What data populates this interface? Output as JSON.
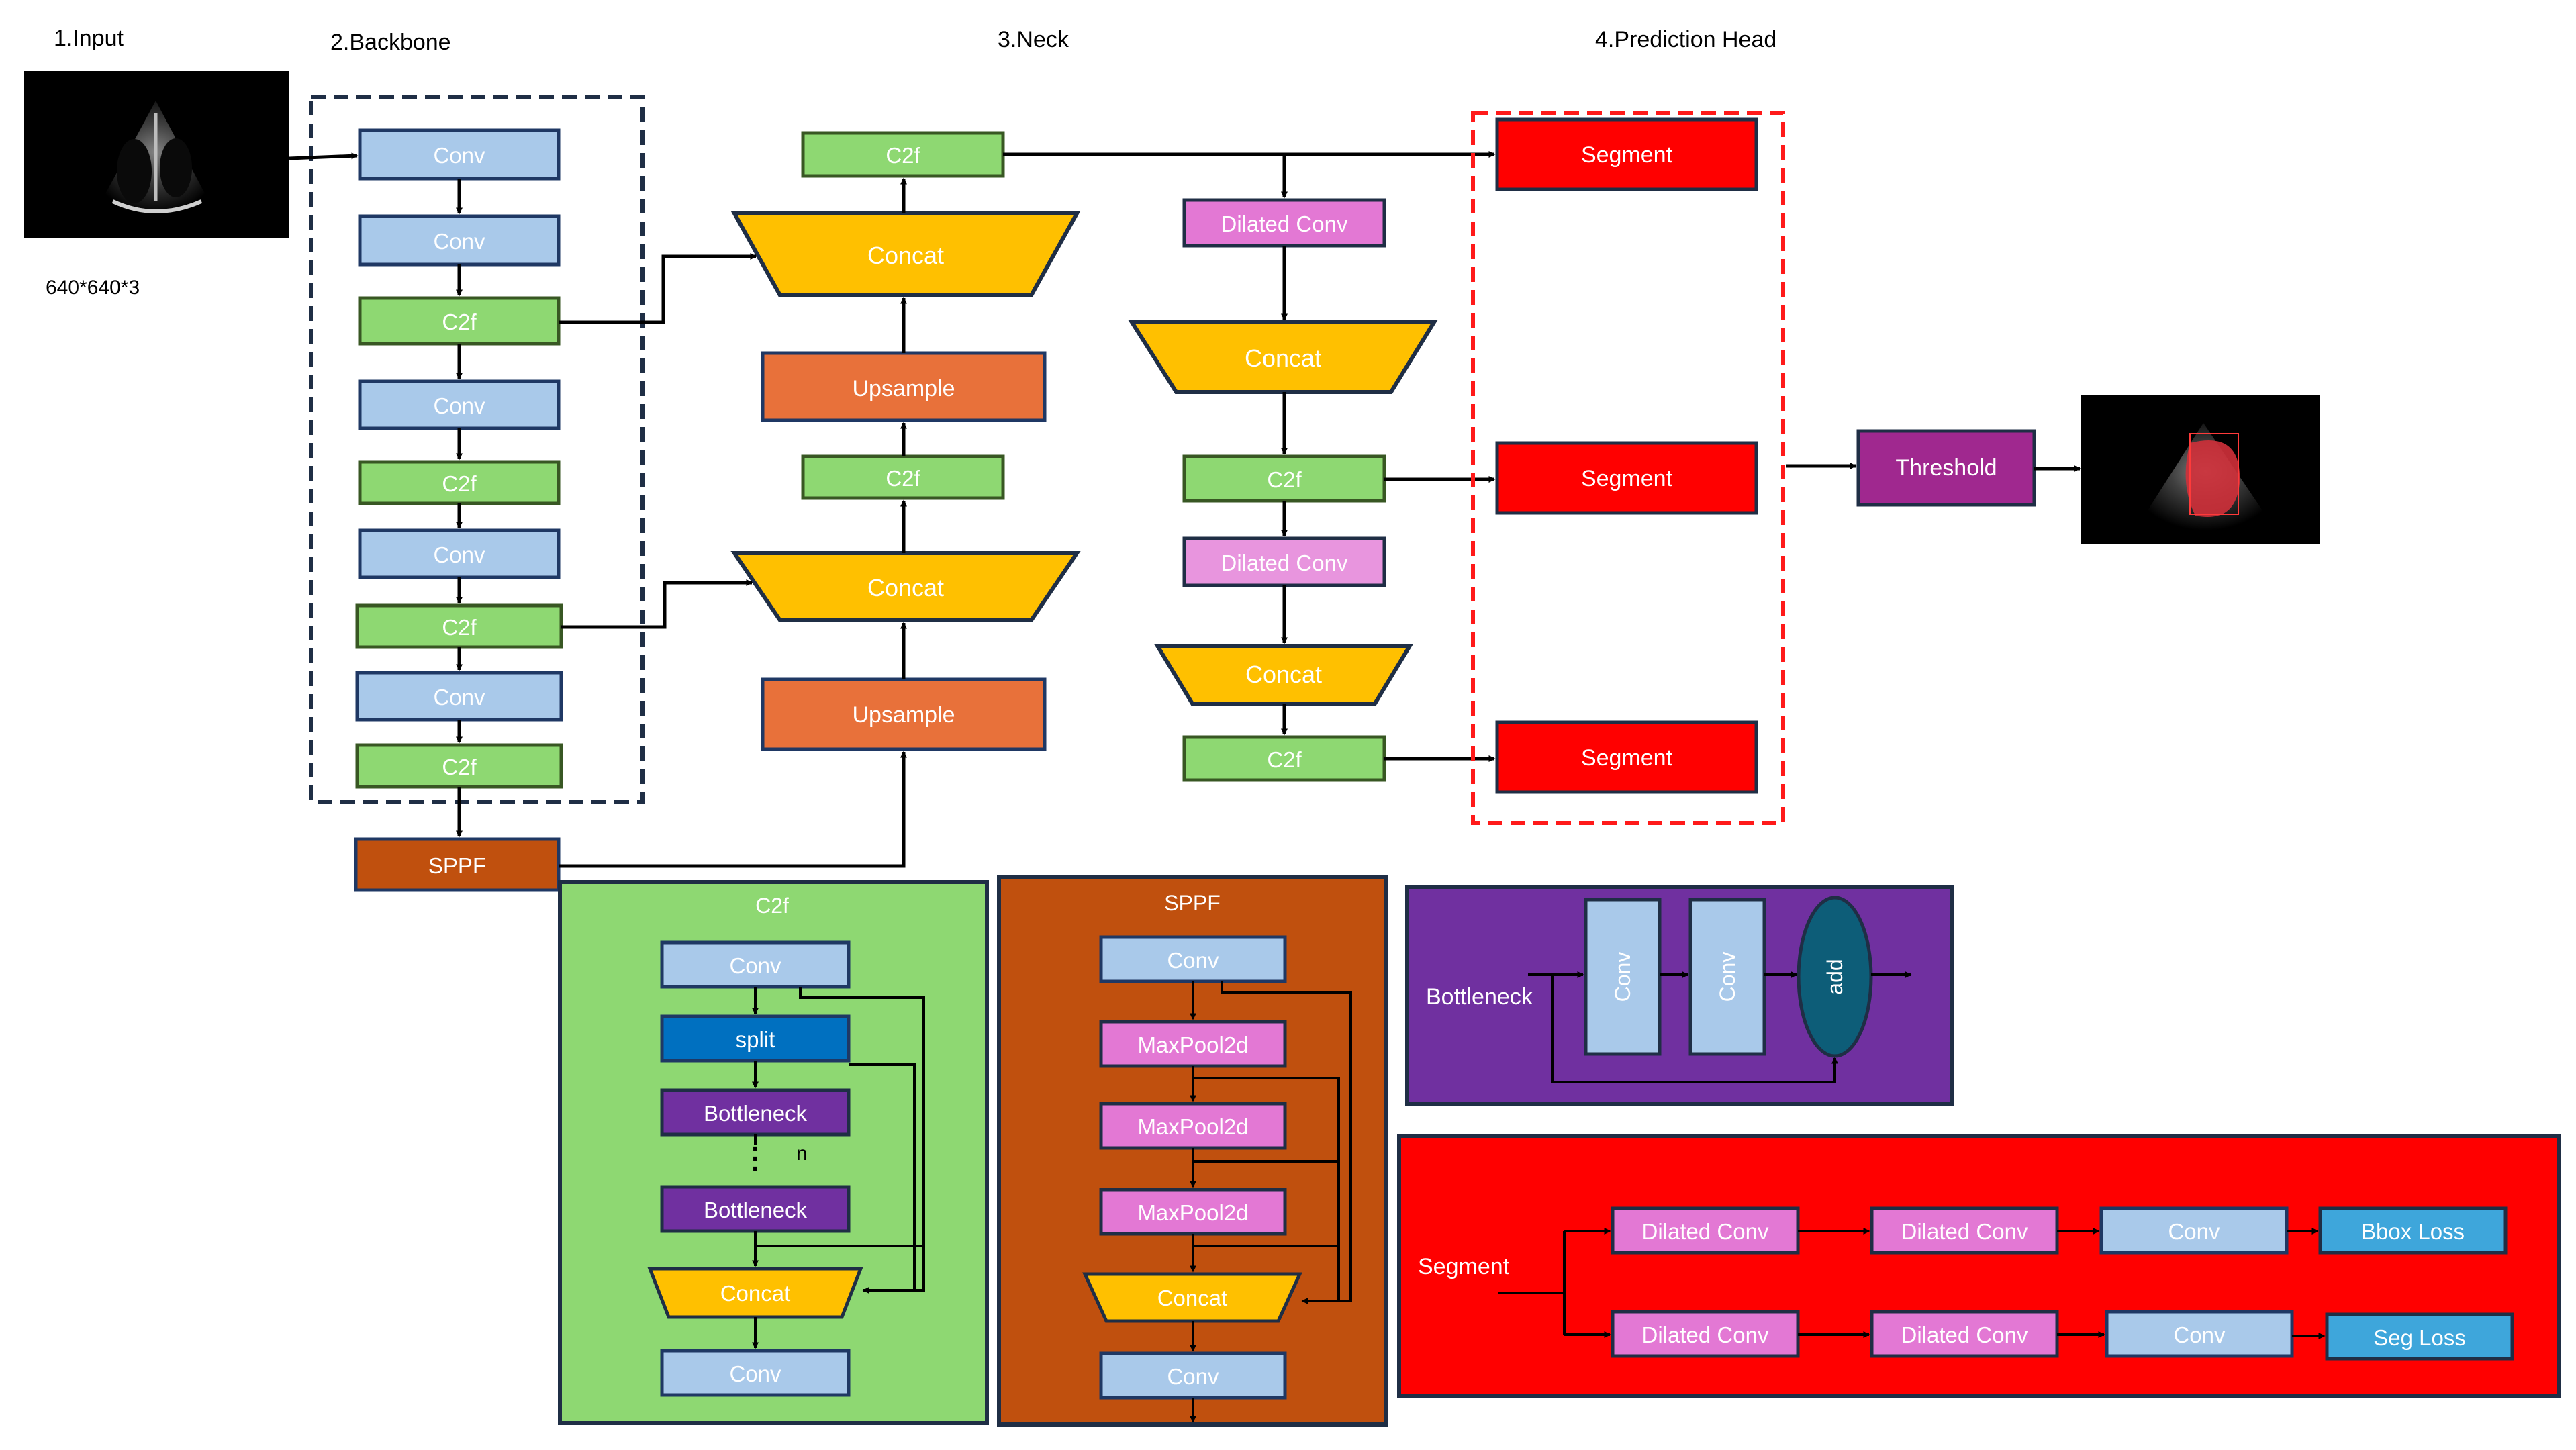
{
  "sections": {
    "input": "1.Input",
    "backbone": "2.Backbone",
    "neck": "3.Neck",
    "head": "4.Prediction Head"
  },
  "input_size": "640*640*3",
  "input_image": "echocardiogram-input-image",
  "output_image": "segmented-echocardiogram-output-image",
  "backbone": [
    "Conv",
    "Conv",
    "C2f",
    "Conv",
    "C2f",
    "Conv",
    "C2f",
    "Conv",
    "C2f"
  ],
  "sppf_label": "SPPF",
  "neck_left": {
    "c2f_top": "C2f",
    "concat_top": "Concat",
    "upsample_top": "Upsample",
    "c2f_mid": "C2f",
    "concat_mid": "Concat",
    "upsample_bottom": "Upsample"
  },
  "neck_right": {
    "dilated_conv_1": "Dilated Conv",
    "concat_1": "Concat",
    "c2f_1": "C2f",
    "dilated_conv_2": "Dilated Conv",
    "concat_2": "Concat",
    "c2f_2": "C2f"
  },
  "head": [
    "Segment",
    "Segment",
    "Segment"
  ],
  "threshold_label": "Threshold",
  "c2f_module": {
    "title": "C2f",
    "conv_top": "Conv",
    "split": "split",
    "bottleneck_1": "Bottleneck",
    "ellipsis": "⋮",
    "n_label": "n",
    "bottleneck_2": "Bottleneck",
    "concat": "Concat",
    "conv_bottom": "Conv"
  },
  "sppf_module": {
    "title": "SPPF",
    "conv_top": "Conv",
    "maxpool": [
      "MaxPool2d",
      "MaxPool2d",
      "MaxPool2d"
    ],
    "concat": "Concat",
    "conv_bottom": "Conv"
  },
  "bottleneck_module": {
    "title": "Bottleneck",
    "conv_1": "Conv",
    "conv_2": "Conv",
    "add": "add"
  },
  "segment_module": {
    "title": "Segment",
    "top_row": [
      "Dilated Conv",
      "Dilated Conv",
      "Conv",
      "Bbox Loss"
    ],
    "bottom_row": [
      "Dilated Conv",
      "Dilated Conv",
      "Conv",
      "Seg Loss"
    ]
  },
  "colors": {
    "conv": "#a9c9ea",
    "c2f": "#8ed872",
    "concat": "#ffc000",
    "upsample": "#e8713a",
    "sppf": "#c0500e",
    "dilated": "#e378d4",
    "segment": "#ff0000",
    "threshold": "#a0288f",
    "bottleneck": "#7030a0",
    "split": "#0070c0",
    "loss": "#3ea6db"
  }
}
